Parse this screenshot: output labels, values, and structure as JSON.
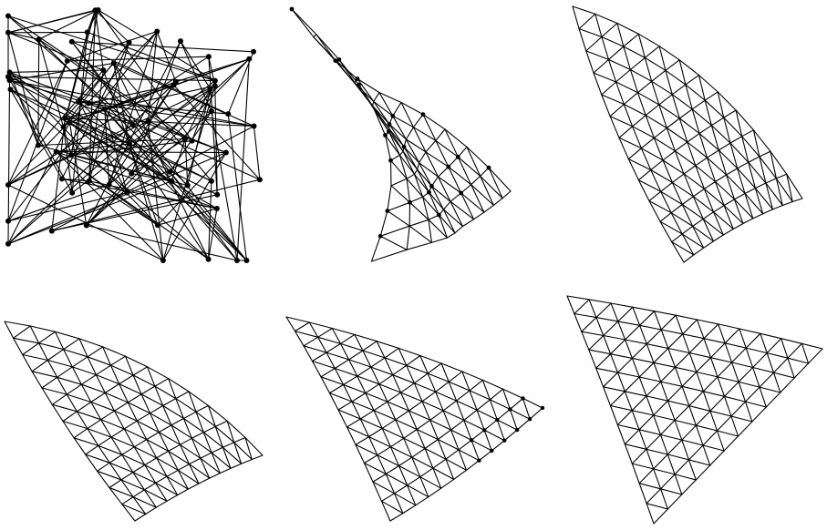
{
  "figure": {
    "background": "#ffffff",
    "ink": "#000000",
    "panels": [
      {
        "stage": "random-initial-layout",
        "layout": "random",
        "grid_rows": 10,
        "node_style": "dots-all"
      },
      {
        "stage": "partially-unfolded",
        "layout": "folded",
        "grid_rows": 10,
        "node_style": "dots-sparse"
      },
      {
        "stage": "folded-sheet",
        "layout": "bent",
        "grid_rows": 12,
        "node_style": "plain"
      },
      {
        "stage": "twisted-sheet",
        "layout": "twisted",
        "grid_rows": 12,
        "node_style": "plain"
      },
      {
        "stage": "nearly-flat",
        "layout": "curled",
        "grid_rows": 12,
        "node_style": "dots-edge"
      },
      {
        "stage": "flat-triangle",
        "layout": "flat",
        "grid_rows": 12,
        "node_style": "plain"
      }
    ]
  }
}
